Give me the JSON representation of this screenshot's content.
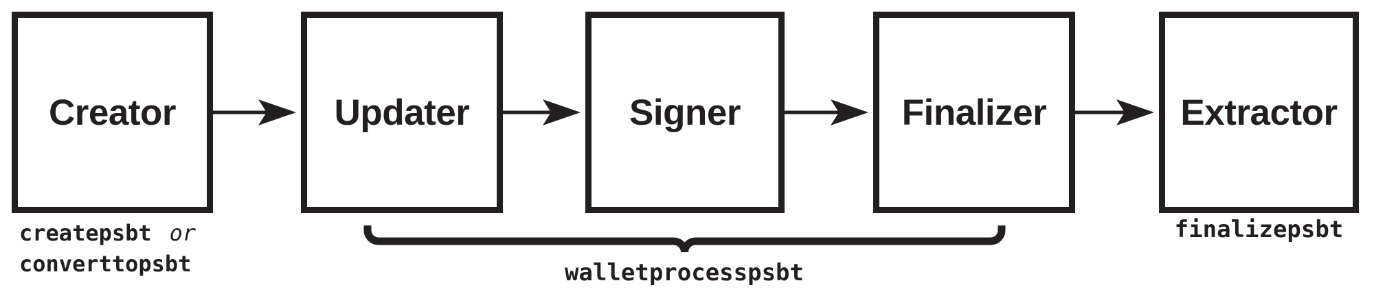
{
  "colors": {
    "ink": "#231f20",
    "background": "#ffffff"
  },
  "stages": [
    {
      "label": "Creator"
    },
    {
      "label": "Updater"
    },
    {
      "label": "Signer"
    },
    {
      "label": "Finalizer"
    },
    {
      "label": "Extractor"
    }
  ],
  "captions": {
    "creator_command_1": "createpsbt",
    "creator_conjunction": "or",
    "creator_command_2": "converttopsbt",
    "wallet_process_command": "walletprocesspsbt",
    "extractor_command": "finalizepsbt"
  }
}
